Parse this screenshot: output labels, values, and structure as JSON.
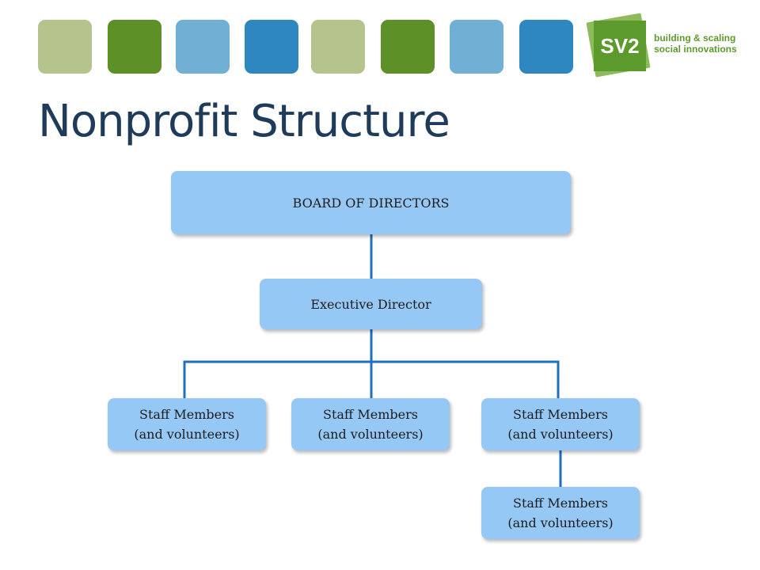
{
  "header": {
    "tiles": [
      {
        "color": "#b5c48c"
      },
      {
        "color": "#5d9127"
      },
      {
        "color": "#71afd5"
      },
      {
        "color": "#2f87c1"
      },
      {
        "color": "#b5c48c"
      },
      {
        "color": "#5d9127"
      },
      {
        "color": "#71afd5"
      },
      {
        "color": "#2f87c1"
      }
    ],
    "logo": {
      "mark": "SV2",
      "tagline_line1": "building & scaling",
      "tagline_line2": "social innovations"
    }
  },
  "title": "Nonprofit Structure",
  "org_chart": {
    "board": "BOARD OF DIRECTORS",
    "executive": "Executive Director",
    "staff": [
      {
        "line1": "Staff Members",
        "line2": "(and volunteers)"
      },
      {
        "line1": "Staff Members",
        "line2": "(and volunteers)"
      },
      {
        "line1": "Staff Members",
        "line2": "(and volunteers)"
      },
      {
        "line1": "Staff Members",
        "line2": "(and volunteers)"
      }
    ]
  },
  "colors": {
    "box_fill": "#96c8f5",
    "connector": "#1f6fbf",
    "title_text": "#1f3b5a",
    "brand_green": "#5d9a2e"
  }
}
